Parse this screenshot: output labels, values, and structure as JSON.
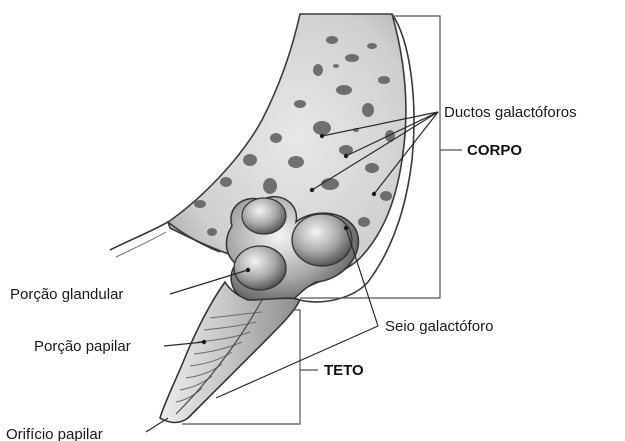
{
  "labels": {
    "ductos": "Ductos galactóforos",
    "corpo": "CORPO",
    "porcao_glandular": "Porção glandular",
    "seio": "Seio galactóforo",
    "porcao_papilar": "Porção papilar",
    "teto": "TETO",
    "orificio": "Orifício papilar"
  },
  "colors": {
    "tissue": "#d7d7d7",
    "tissue_dark": "#6e6e6e",
    "outline": "#3a3a3a",
    "text": "#1a1a1a"
  }
}
